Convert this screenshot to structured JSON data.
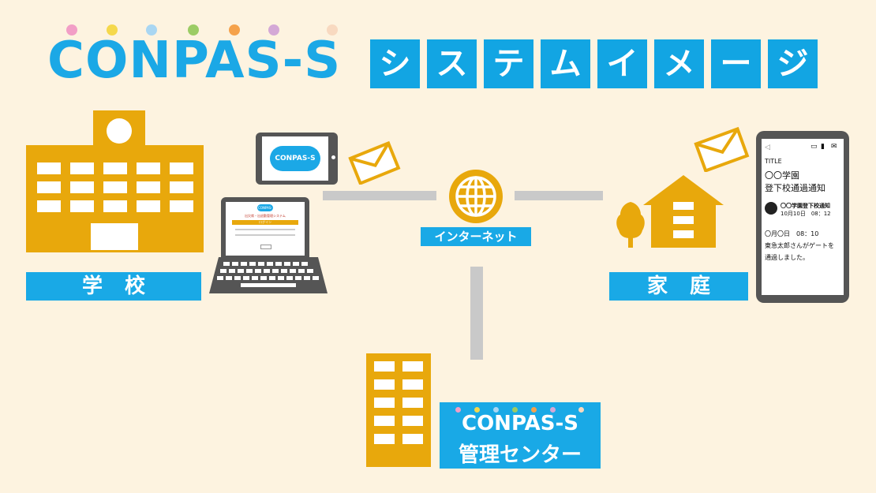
{
  "brand": {
    "logo_text": "CONPAS-S"
  },
  "title": {
    "chars": [
      "シ",
      "ス",
      "テ",
      "ム",
      "イ",
      "メ",
      "ー",
      "ジ"
    ]
  },
  "colors": {
    "accent_blue": "#19a9e6",
    "building_gold": "#e8a80c",
    "line_gray": "#c9c9c9",
    "background": "#fdf3e0"
  },
  "logo_dots": [
    "#f29ec6",
    "#f5d84c",
    "#a9d6f2",
    "#9ccc65",
    "#f5a24b",
    "#d4a8d6",
    "#f8d9c0"
  ],
  "nodes": {
    "school": {
      "label": "学校",
      "icon": "school-building-icon"
    },
    "home": {
      "label": "家庭",
      "icon": "house-icon"
    },
    "internet": {
      "label": "インターネット",
      "icon": "globe-icon"
    },
    "center": {
      "logo": "CONPAS-S",
      "label": "管理センター",
      "icon": "office-building-icon"
    }
  },
  "tablet": {
    "logo_text": "CONPAS-S"
  },
  "laptop_screen": {
    "logo_text": "CONPAS-S",
    "system_title": "出欠席・出退勤管理システム",
    "login_bar": "ログイン"
  },
  "phone": {
    "title": "TITLE",
    "org": "〇〇学園",
    "subject": "登下校通過通知",
    "sender": "〇〇学園登下校通知",
    "sent_at": "10月10日　08：12",
    "time_line": "〇月〇日　08：10",
    "body_line1": "東急太郎さんがゲートを",
    "body_line2": "通過しました。"
  }
}
